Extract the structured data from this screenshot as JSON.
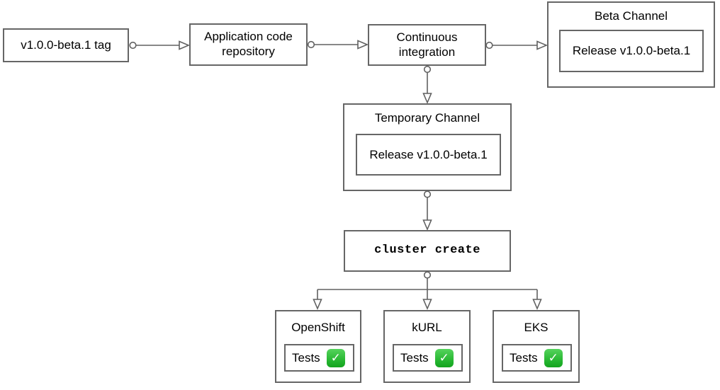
{
  "diagram": {
    "nodes": {
      "tag": {
        "label": "v1.0.0-beta.1 tag"
      },
      "repo": {
        "label": "Application code\nrepository"
      },
      "ci": {
        "label": "Continuous\nintegration"
      },
      "beta_channel": {
        "title": "Beta Channel",
        "release": "Release v1.0.0-beta.1"
      },
      "temp_channel": {
        "title": "Temporary Channel",
        "release": "Release v1.0.0-beta.1"
      },
      "cluster_create": {
        "label": "cluster create"
      }
    },
    "clusters": [
      {
        "title": "OpenShift",
        "tests_label": "Tests",
        "status_icon": "check-mark-button",
        "check_glyph": "✓"
      },
      {
        "title": "kURL",
        "tests_label": "Tests",
        "status_icon": "check-mark-button",
        "check_glyph": "✓"
      },
      {
        "title": "EKS",
        "tests_label": "Tests",
        "status_icon": "check-mark-button",
        "check_glyph": "✓"
      }
    ],
    "edges": [
      {
        "from": "v1.0.0-beta.1 tag",
        "to": "Application code repository"
      },
      {
        "from": "Application code repository",
        "to": "Continuous integration"
      },
      {
        "from": "Continuous integration",
        "to": "Beta Channel"
      },
      {
        "from": "Continuous integration",
        "to": "Temporary Channel"
      },
      {
        "from": "Temporary Channel",
        "to": "cluster create"
      },
      {
        "from": "cluster create",
        "to": "OpenShift"
      },
      {
        "from": "cluster create",
        "to": "kURL"
      },
      {
        "from": "cluster create",
        "to": "EKS"
      }
    ],
    "colors": {
      "node_border": "#666666",
      "node_fill": "#ffffff",
      "connector": "#616161",
      "text": "#000000",
      "check_green": "#23b33a"
    }
  }
}
